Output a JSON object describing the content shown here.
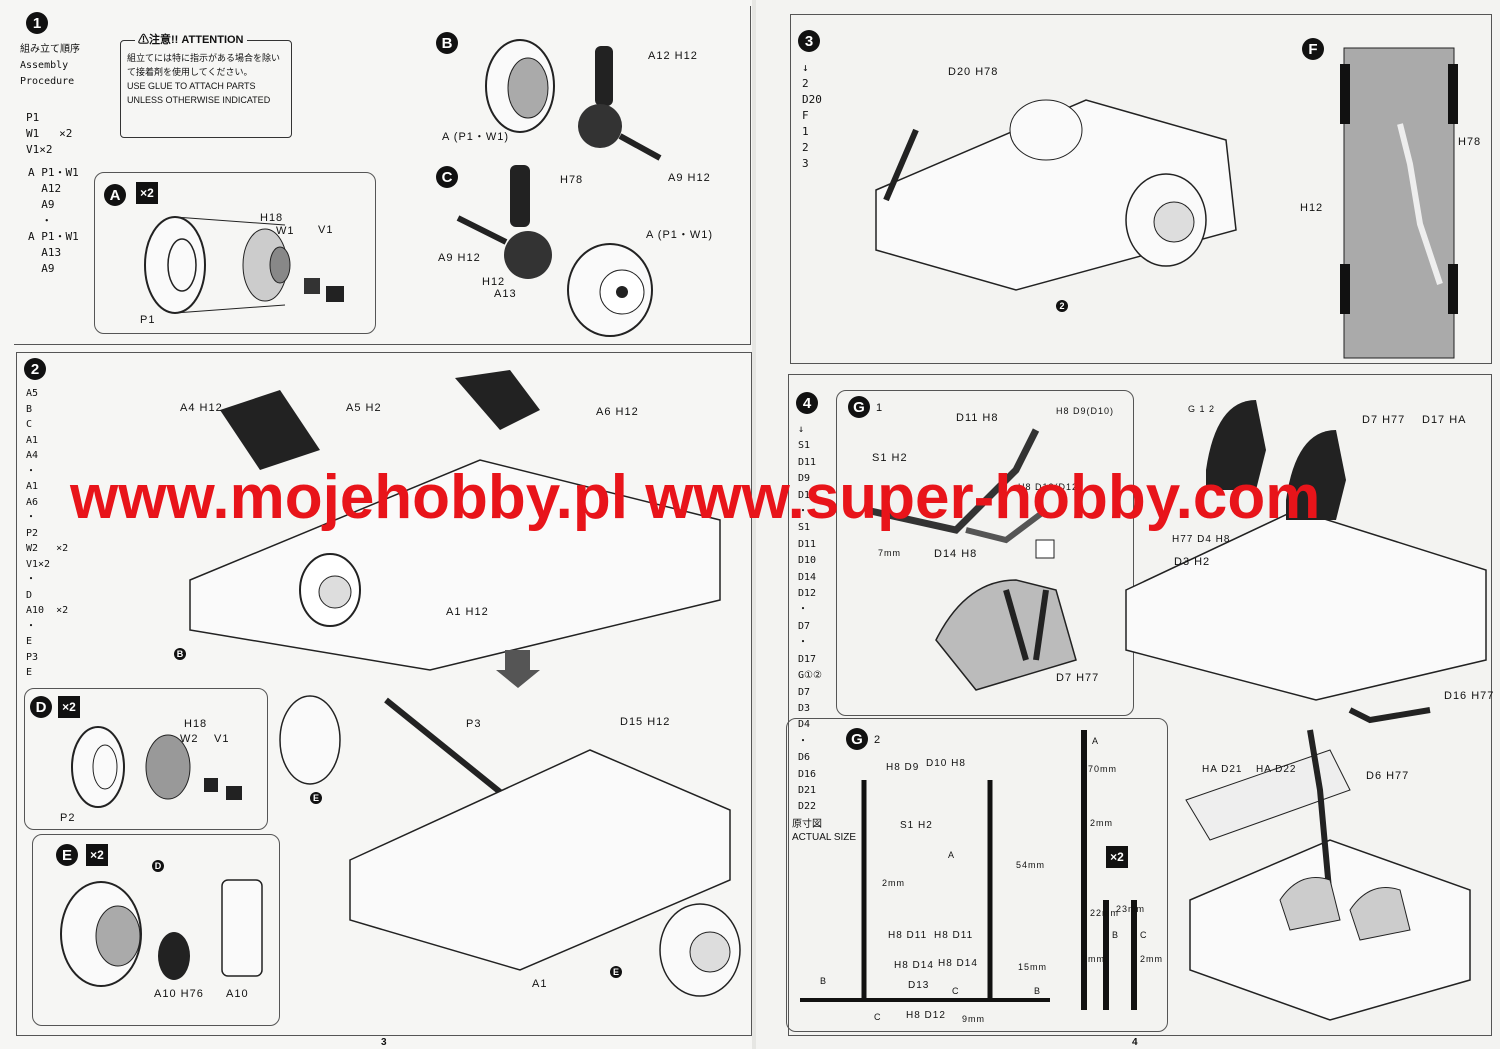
{
  "watermark": "www.mojehobby.pl www.super-hobby.com",
  "page_numbers": {
    "left": "3",
    "right": "4"
  },
  "step1": {
    "num": "1",
    "procedure_title": "組み立て順序\nAssembly\nProcedure",
    "procedure": "P1\nW1   ×2\nV1×2",
    "seq": "A P1・W1\n  A12\n  A9\n  ・\nA P1・W1\n  A13\n  A9",
    "attention_title": "⚠注意!! ATTENTION",
    "attention_jp": "組立てには特に指示がある場合を除いて接着剤を使用してください。",
    "attention_en": "USE GLUE TO ATTACH PARTS UNLESS OTHERWISE INDICATED",
    "subA": {
      "badge": "A",
      "mult": "×2",
      "labels": [
        "H18",
        "W1",
        "V1",
        "P1"
      ]
    },
    "subB": {
      "badge": "B",
      "labels": [
        "A12 H12",
        "A9 H12",
        "A (P1・W1)"
      ]
    },
    "subC": {
      "badge": "C",
      "labels": [
        "H78",
        "A9 H12",
        "H12",
        "A13",
        "A (P1・W1)"
      ]
    }
  },
  "step2": {
    "num": "2",
    "procedure": "A5\nB\nC\nA1\nA4\n・\nA1\nA6\n・\nP2\nW2   ×2\nV1×2\n・\nD\nA10  ×2\n・\nE\nP3\nE",
    "labels": [
      "A4 H12",
      "A5 H2",
      "A6 H12",
      "A1 H12",
      "B",
      "E",
      "P3",
      "D15 H12",
      "A1",
      "E"
    ],
    "subD": {
      "badge": "D",
      "mult": "×2",
      "labels": [
        "H18",
        "W2",
        "V1",
        "P2"
      ]
    },
    "subE": {
      "badge": "E",
      "mult": "×2",
      "labels": [
        "D",
        "A10 H76",
        "A10"
      ]
    }
  },
  "step3": {
    "num": "3",
    "procedure": "↓\n2\nD20\nF\n1\n2\n3",
    "labels": [
      "D20 H78",
      "2"
    ],
    "subF": {
      "badge": "F",
      "labels": [
        "H78",
        "H12"
      ]
    }
  },
  "step4": {
    "num": "4",
    "procedure": "↓\nS1\nD11\nD9\nD13\n・\nS1\nD11\nD10\nD14\nD12\n・\nD7\n・\nD17\nG①②\nD7\nD3\nD4\n・\nD6\nD16\nD21\nD22",
    "subG1": {
      "badge": "G",
      "circ": "1",
      "labels": [
        "D11 H8",
        "H8 D9(D10)",
        "S1 H2",
        "H8 D13(D12)",
        "7mm",
        "D14 H8",
        "D7 H77"
      ]
    },
    "subG12": {
      "labels": [
        "G 1 2",
        "D7 H77",
        "D17 HA",
        "H77 D4 H8",
        "D3 H2",
        "D16 H77",
        "HA D21",
        "HA D22",
        "D6 H77"
      ]
    },
    "subG2": {
      "badge": "G",
      "circ": "2",
      "actual": "原寸図\nACTUAL SIZE",
      "labels": [
        "H8 D9",
        "D10 H8",
        "S1 H2",
        "A",
        "2mm",
        "H8 D11",
        "H8 D11",
        "H8 D14",
        "H8 D14",
        "D13",
        "C",
        "H8 D12",
        "9mm",
        "B",
        "B",
        "C",
        "15mm",
        "54mm",
        "A",
        "70mm",
        "2mm",
        "22mm",
        "23mm",
        "B",
        "C",
        "2mm",
        "2mm",
        "×2"
      ]
    }
  },
  "colors": {
    "watermark": "#e8141a",
    "ink": "#111111",
    "paper": "#f6f6f4"
  }
}
